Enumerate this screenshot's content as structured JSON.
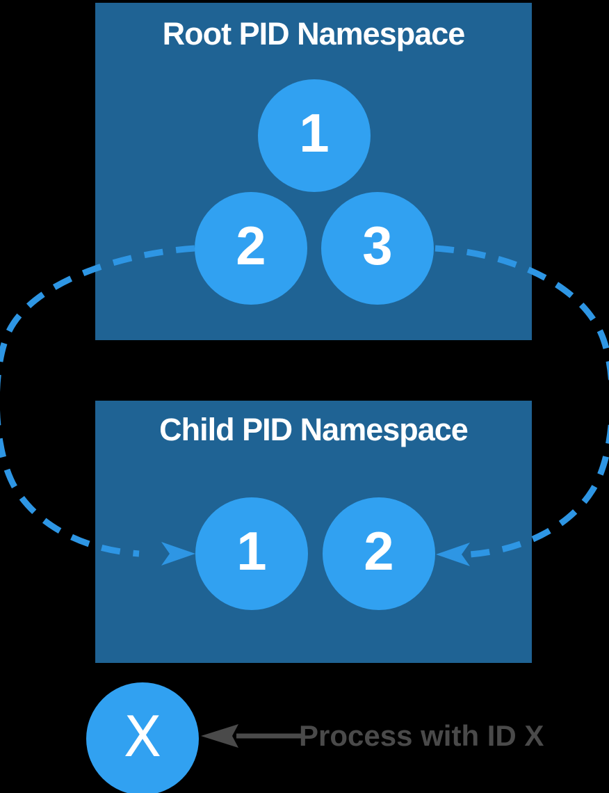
{
  "diagram": {
    "title_implicit": "PID namespace mapping diagram",
    "colors": {
      "background": "#000000",
      "namespace_box": "#1f6394",
      "process_circle": "#31a1f1",
      "dashed_mapping_arrow": "#2e96e4",
      "legend_arrow_and_text": "#4a4a4a",
      "text_on_blue": "#ffffff"
    },
    "root_namespace": {
      "title": "Root PID Namespace",
      "process_ids": [
        "1",
        "2",
        "3"
      ]
    },
    "child_namespace": {
      "title": "Child PID Namespace",
      "process_ids": [
        "1",
        "2"
      ]
    },
    "legend": {
      "process_label": "X",
      "caption": "Process with ID X"
    },
    "icons": [
      "dashed-arc-left",
      "dashed-arc-right",
      "arrowhead-left-icon",
      "arrowhead-right-icon",
      "legend-arrow-icon"
    ]
  }
}
